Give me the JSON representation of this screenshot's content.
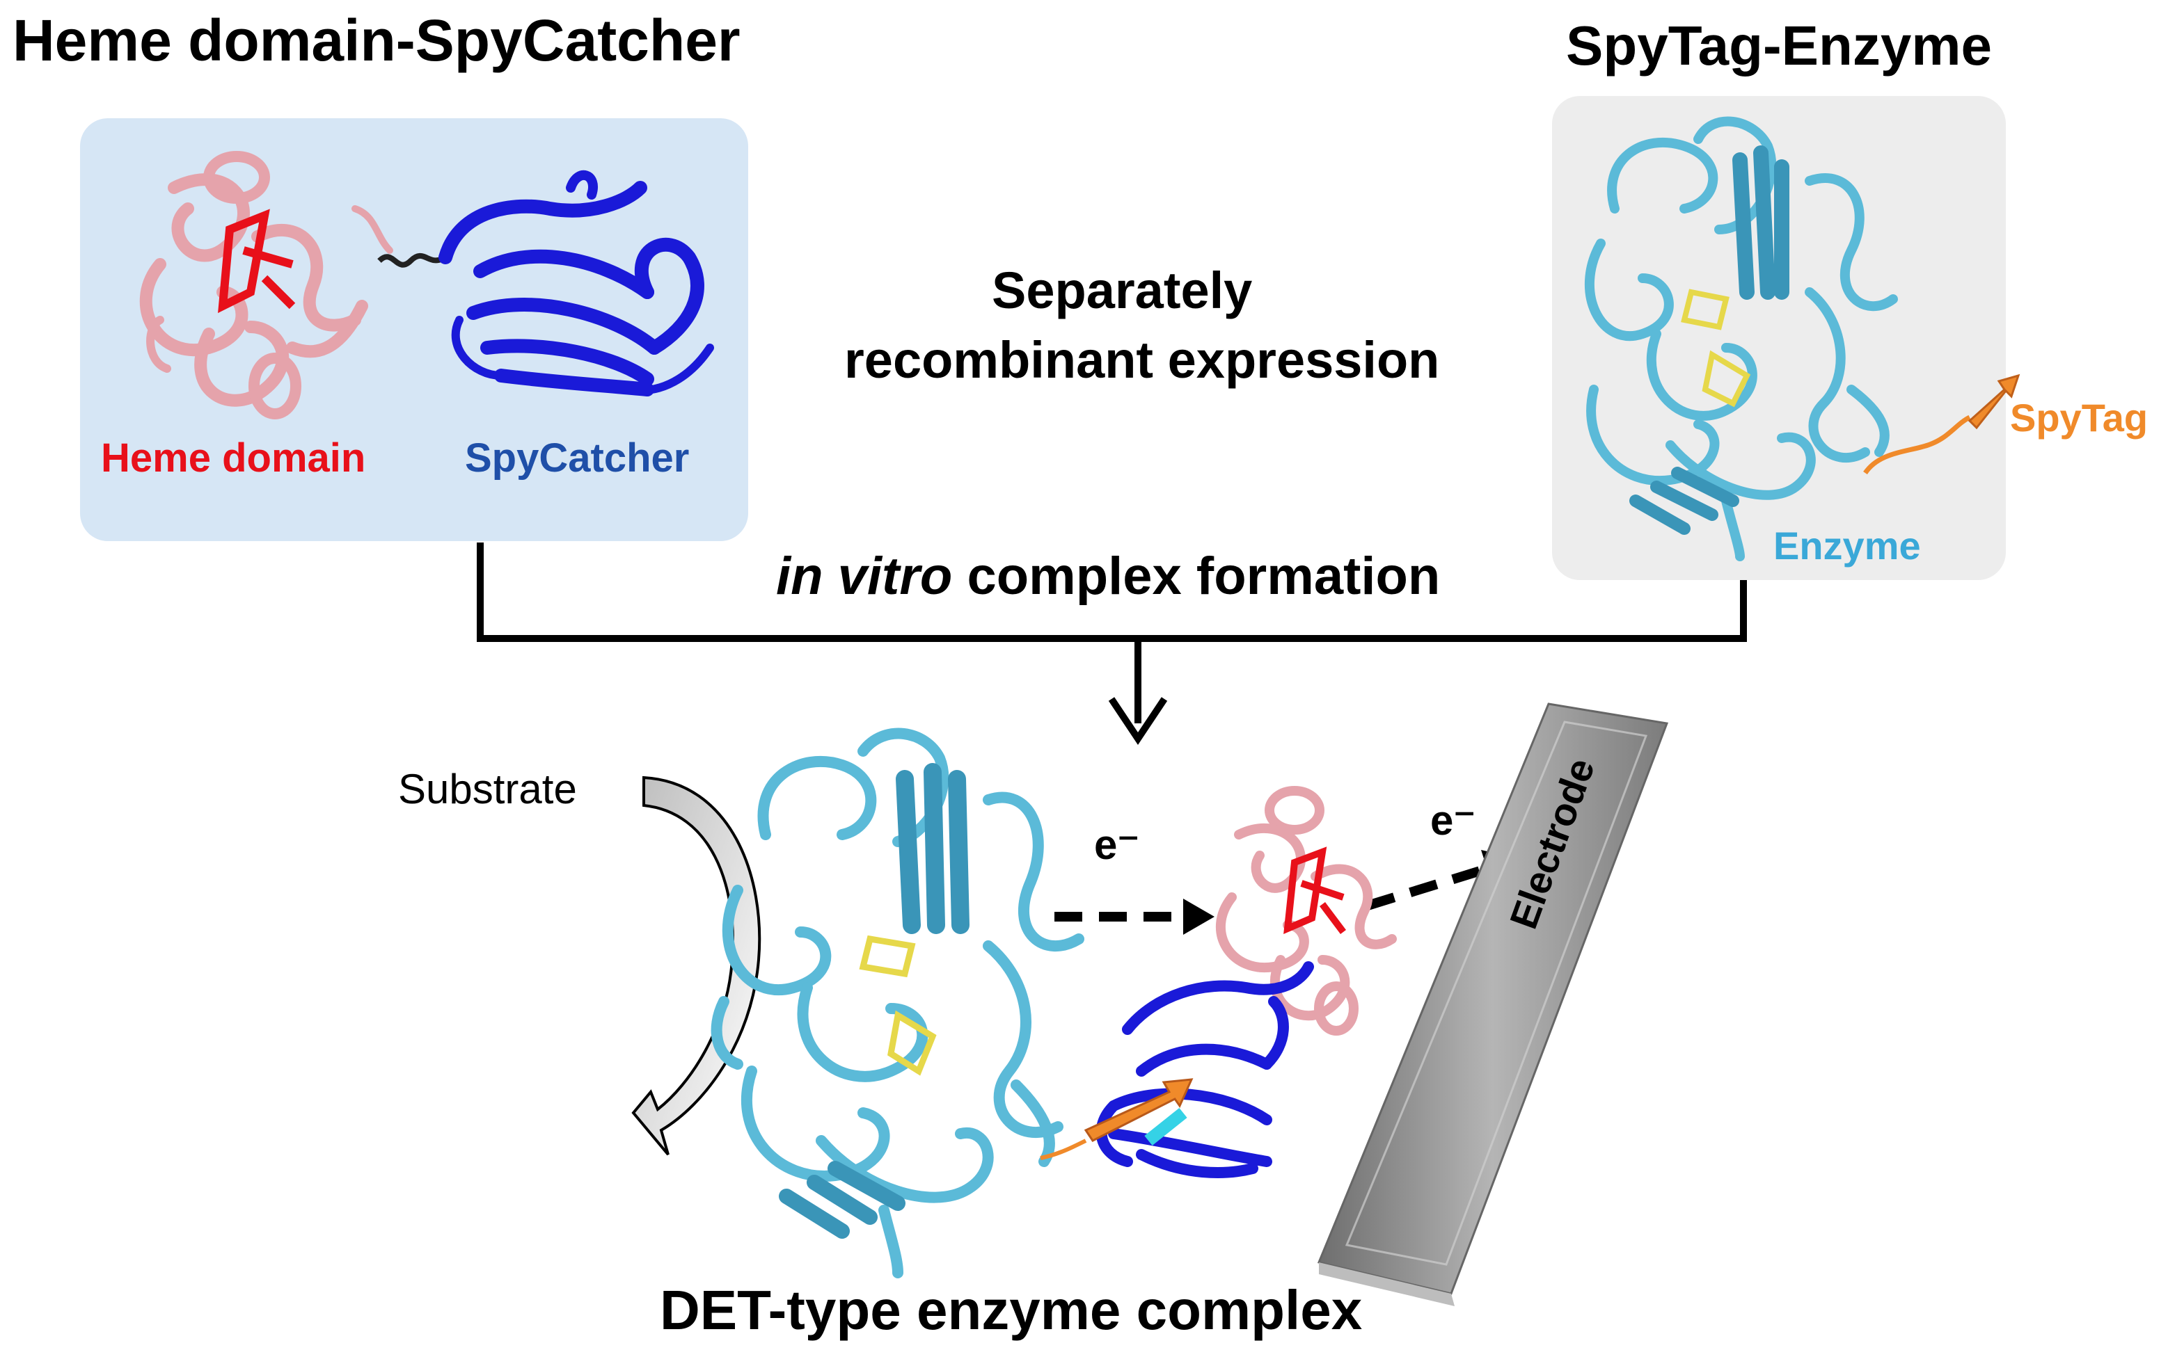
{
  "titles": {
    "left": "Heme domain-SpyCatcher",
    "right": "SpyTag-Enzyme",
    "bottom": "DET-type enzyme complex"
  },
  "labels": {
    "heme_domain": "Heme domain",
    "spycatcher": "SpyCatcher",
    "spytag": "SpyTag",
    "enzyme": "Enzyme",
    "expression_line1": "Separately",
    "expression_line2": "recombinant expression",
    "formation_italic": "in vitro",
    "formation_rest": " complex formation",
    "substrate": "Substrate",
    "electron_1": "e⁻",
    "electron_2": "e⁻",
    "electrode": "Electrode"
  },
  "colors": {
    "heme_domain": "#e8101a",
    "spycatcher": "#1f4fa8",
    "spytag": "#f08a2a",
    "enzyme": "#3aa8d8",
    "left_panel_bg": "#d6e6f5",
    "right_panel_bg": "#ededed",
    "electrode": "#8a8a8a"
  }
}
